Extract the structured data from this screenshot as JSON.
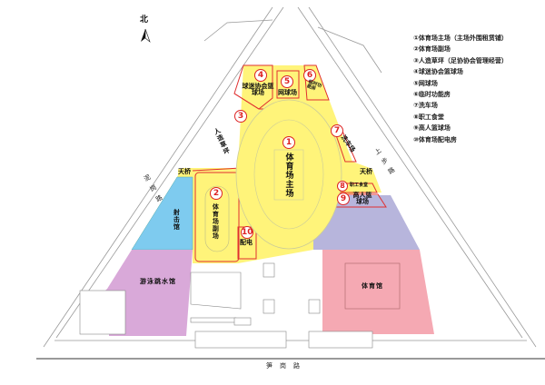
{
  "north_label": "北",
  "legend": [
    "①体育场主场（主场外围租赁铺）",
    "②体育场副场",
    "③人造草坪（足协协会管理经营）",
    "④球迷协会篮球场",
    "⑤网球场",
    "⑥临时功能房",
    "⑦洗车场",
    "⑧职工食堂",
    "⑨高人篮球场",
    "⑩体育场配电房"
  ],
  "areas": {
    "a1": {
      "num": "1",
      "label": "体育场主场"
    },
    "a2": {
      "num": "2",
      "label": "体育场副场"
    },
    "a3": {
      "num": "3",
      "label": "人造草坪"
    },
    "a4": {
      "num": "4",
      "label": "球迷协会篮球场"
    },
    "a5": {
      "num": "5",
      "label": "网球场"
    },
    "a6": {
      "num": "6",
      "label": "临时功能房"
    },
    "a7": {
      "num": "7",
      "label": "洗车场"
    },
    "a8": {
      "num": "8",
      "label": "职工食堂"
    },
    "a9": {
      "num": "9",
      "label": "高人篮球场"
    },
    "a10": {
      "num": "10",
      "label": "配电"
    },
    "shooting": "射击馆",
    "swimming": "游泳跳水馆",
    "gym": "体育馆",
    "bridge_left": "天桥",
    "bridge_right": "天桥"
  },
  "roads": {
    "left": "泥岗路",
    "right": "上步路",
    "bottom": "笋岗路"
  },
  "colors": {
    "yellow": "#fff47a",
    "blue": "#7ecbef",
    "purple": "#d9a9d9",
    "pink": "#f5a9b3",
    "lavender": "#b7b5dc",
    "red": "#e03030"
  }
}
